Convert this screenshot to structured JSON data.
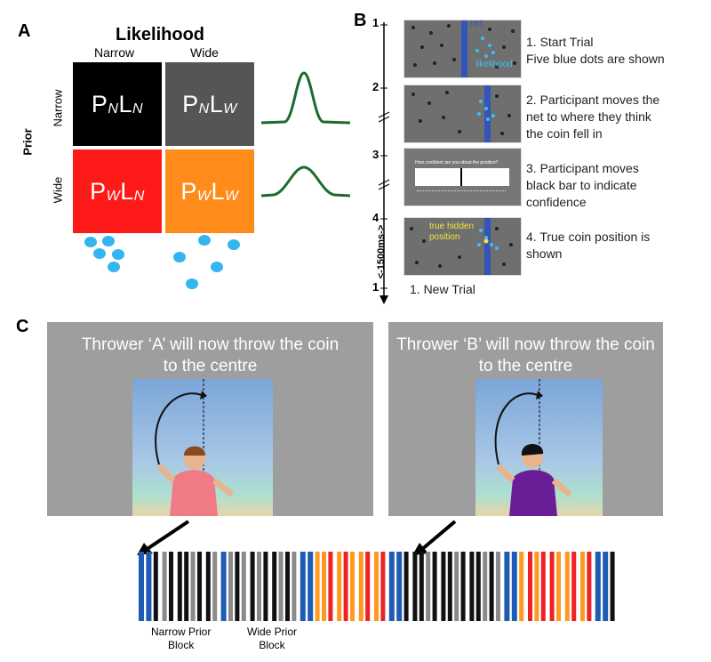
{
  "panel_a": {
    "label": "A",
    "likelihood_title": "Likelihood",
    "prior_title": "Prior",
    "col_narrow": "Narrow",
    "col_wide": "Wide",
    "row_narrow": "Narrow",
    "row_wide": "Wide",
    "cells": [
      {
        "p": "P",
        "psub": "N",
        "l": "L",
        "lsub": "N",
        "color": "#000000"
      },
      {
        "p": "P",
        "psub": "N",
        "l": "L",
        "lsub": "W",
        "color": "#555555"
      },
      {
        "p": "P",
        "psub": "W",
        "l": "L",
        "lsub": "N",
        "color": "#ff1a1a"
      },
      {
        "p": "P",
        "psub": "W",
        "l": "L",
        "lsub": "W",
        "color": "#ff8c1a"
      }
    ],
    "curve_color": "#1a6b2d",
    "dot_color": "#33b5f0"
  },
  "panel_b": {
    "label": "B",
    "ticks": [
      "1",
      "2",
      "3",
      "4",
      "1"
    ],
    "time_label": "<-1500ms->",
    "steps": [
      {
        "line1": "1. Start Trial",
        "line2": "Five blue dots are shown",
        "line3": ""
      },
      {
        "line1": "2. Participant moves the",
        "line2": "net to where they think",
        "line3": "the coin fell in"
      },
      {
        "line1": "3. Participant moves",
        "line2": "black bar to indicate",
        "line3": "confidence"
      },
      {
        "line1": "4. True coin position is",
        "line2": "shown",
        "line3": ""
      }
    ],
    "new_trial": "1. New Trial",
    "shot_net": "net",
    "shot_likelihood": "likelihood",
    "shot_confidence": "How confident are you about the position?",
    "shot_true1": "true hidden",
    "shot_true2": "position",
    "net_color": "#3355bb"
  },
  "panel_c": {
    "label": "C",
    "scene_a": {
      "line1": "Thrower ‘A’ will now throw the coin",
      "line2": "to the centre",
      "shirt": "#f07a86"
    },
    "scene_b": {
      "line1": "Thrower ‘B’ will now throw the coin",
      "line2": "to the centre",
      "shirt": "#6a1e96"
    },
    "block_narrow": {
      "line1": "Narrow Prior",
      "line2": "Block"
    },
    "block_wide": {
      "line1": "Wide Prior",
      "line2": "Block"
    },
    "stripe_colors": {
      "blue": "#1e5bb4",
      "black": "#111111",
      "gray": "#8a8a8a",
      "red": "#ee2222",
      "orange": "#ff9922"
    }
  }
}
